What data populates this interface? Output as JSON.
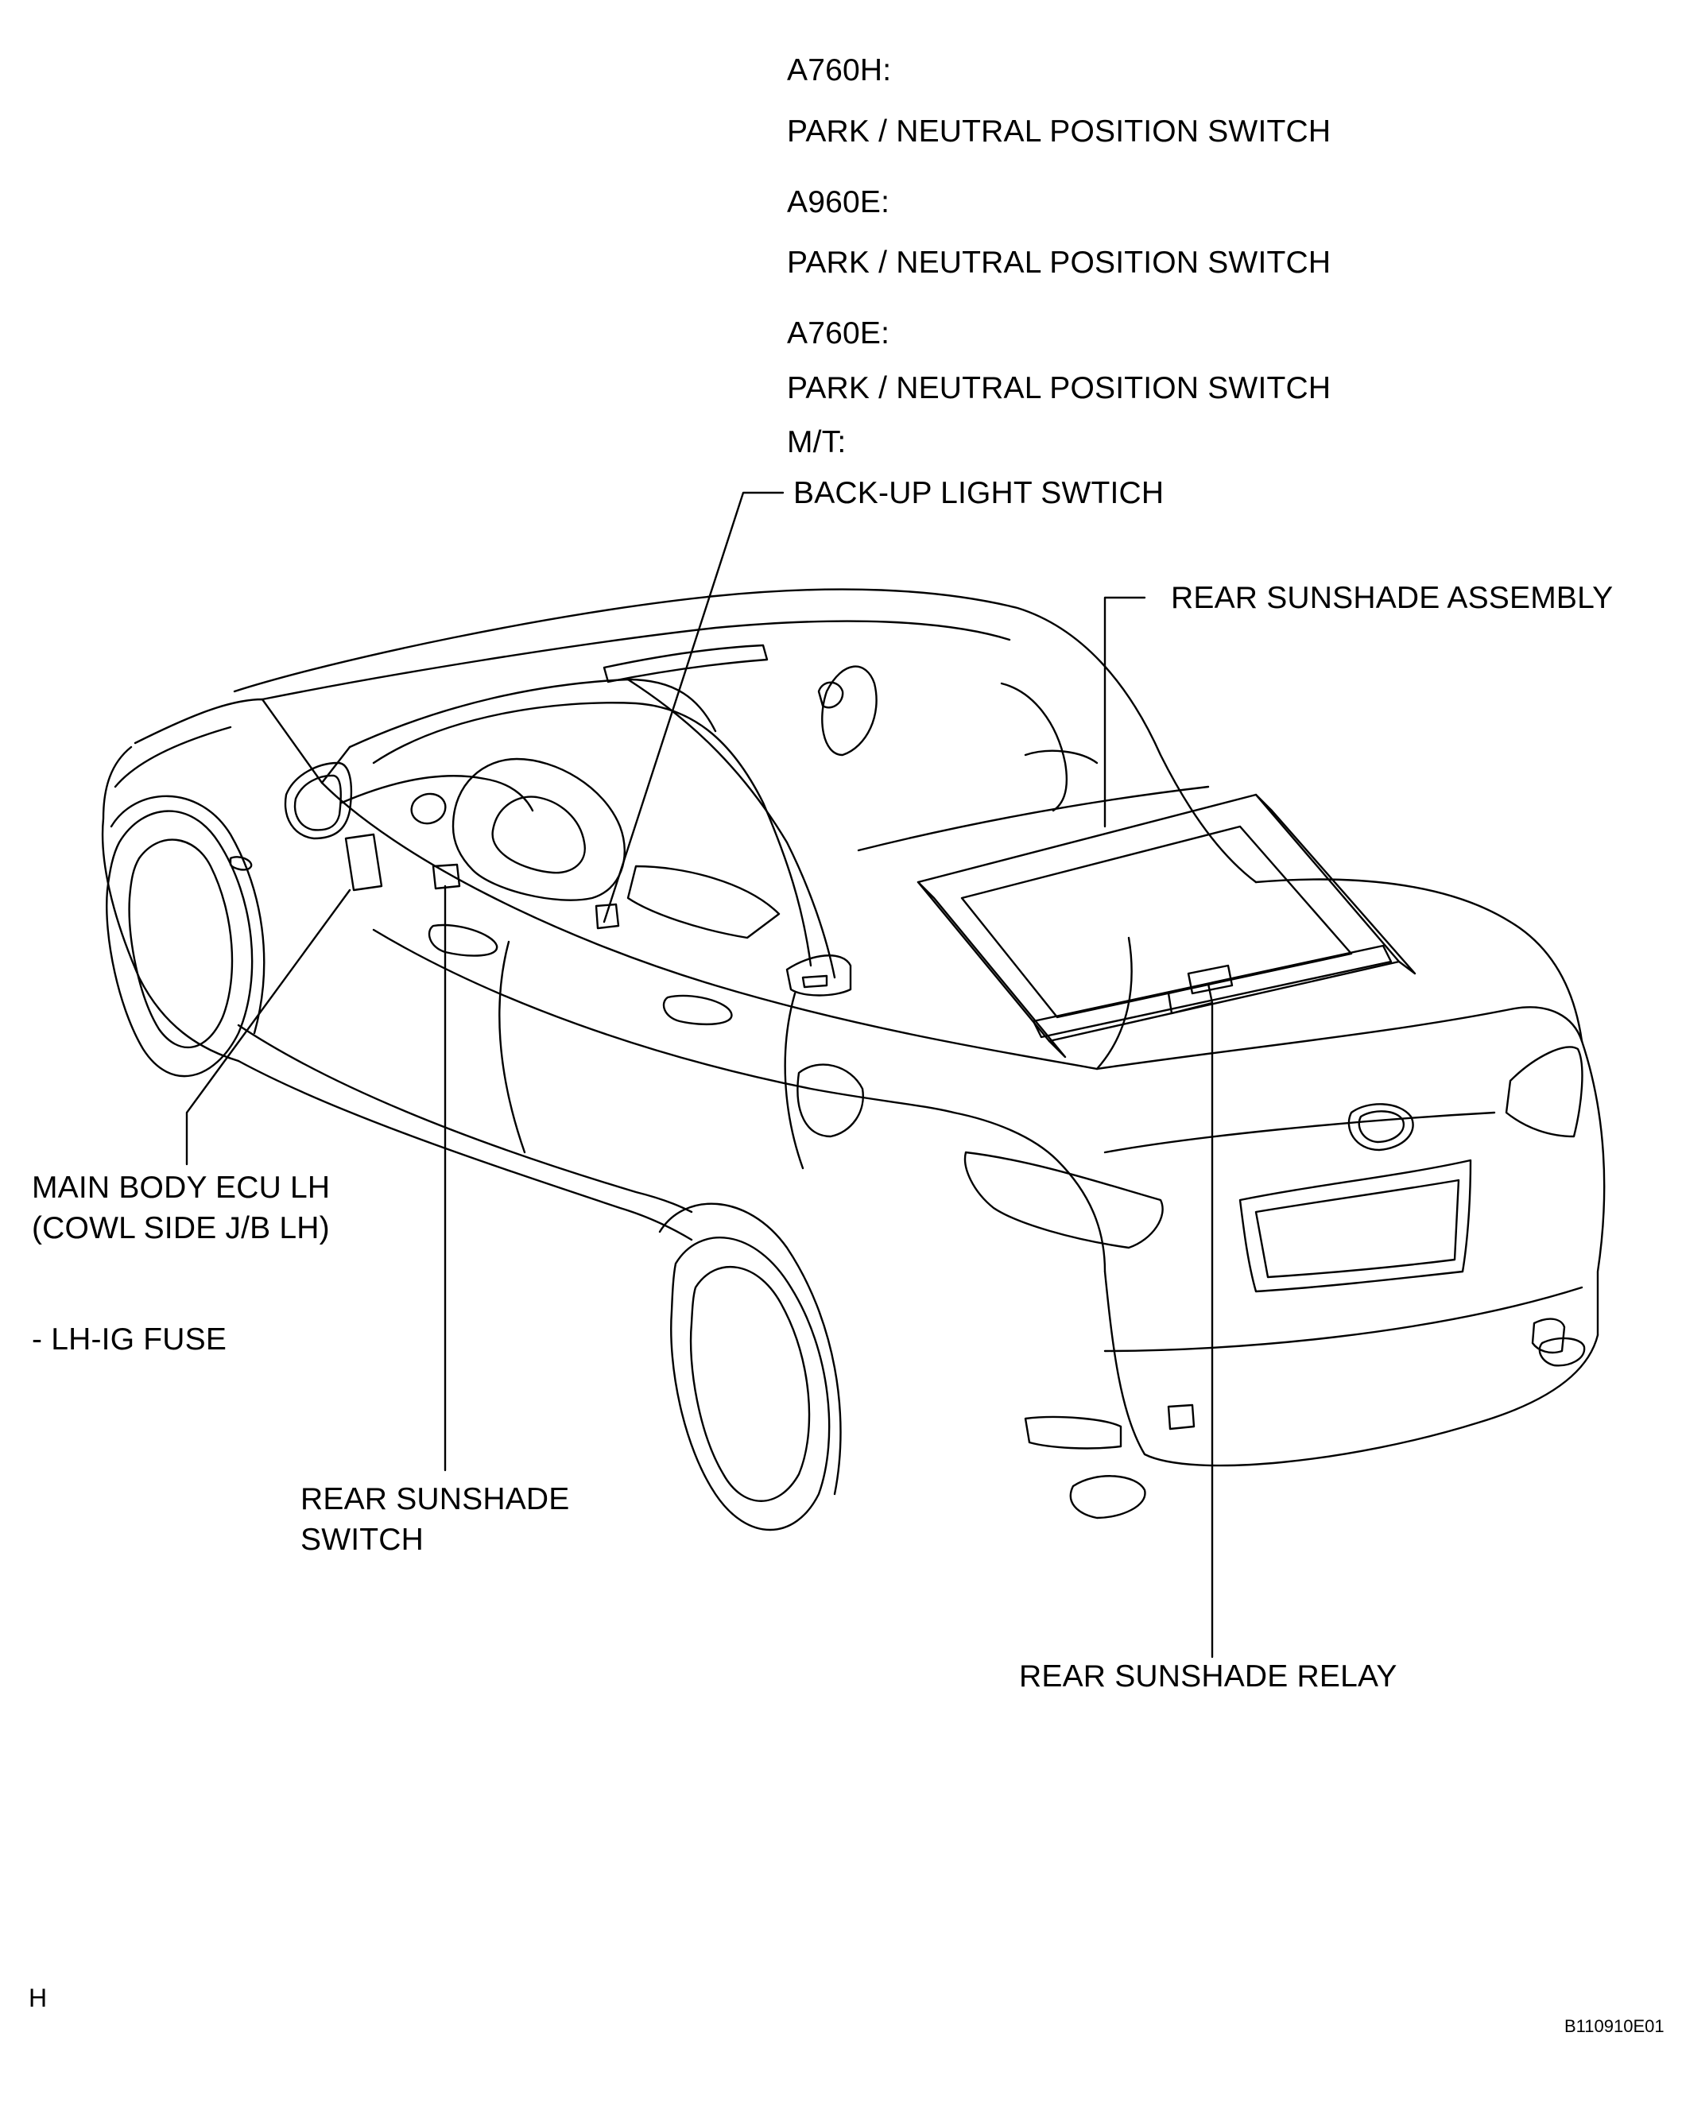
{
  "labels": {
    "a760h": "A760H:",
    "a760h_switch": "PARK / NEUTRAL POSITION SWITCH",
    "a960e": "A960E:",
    "a960e_switch": "PARK / NEUTRAL POSITION SWITCH",
    "a760e": "A760E:",
    "a760e_switch": "PARK / NEUTRAL POSITION SWITCH",
    "mt": "M/T:",
    "backup_light_switch": "BACK-UP LIGHT SWTICH",
    "rear_sunshade_assembly": "REAR SUNSHADE ASSEMBLY",
    "main_body_ecu_line1": "MAIN BODY ECU LH",
    "main_body_ecu_line2": "(COWL SIDE J/B LH)",
    "lh_ig_fuse": "- LH-IG FUSE",
    "rear_sunshade_switch_line1": "REAR SUNSHADE",
    "rear_sunshade_switch_line2": "SWITCH",
    "rear_sunshade_relay": "REAR SUNSHADE RELAY",
    "corner_letter": "H",
    "figure_code": "B110910E01"
  },
  "colors": {
    "line": "#000000",
    "background": "#ffffff"
  }
}
